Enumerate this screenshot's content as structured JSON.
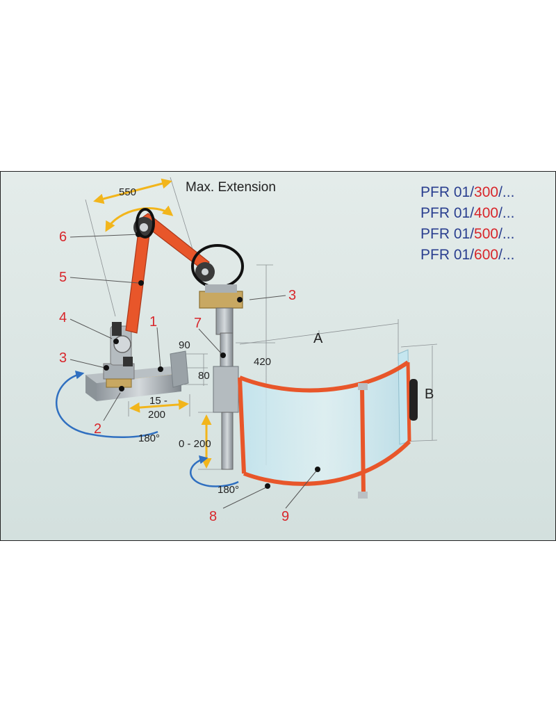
{
  "title": "Max. Extension",
  "models": [
    {
      "prefix": "PFR 01/",
      "size": "300",
      "suffix": "/..."
    },
    {
      "prefix": "PFR 01/",
      "size": "400",
      "suffix": "/..."
    },
    {
      "prefix": "PFR 01/",
      "size": "500",
      "suffix": "/..."
    },
    {
      "prefix": "PFR 01/",
      "size": "600",
      "suffix": "/..."
    }
  ],
  "part_labels": {
    "p1": "1",
    "p2": "2",
    "p3a": "3",
    "p3b": "3",
    "p4": "4",
    "p5": "5",
    "p6": "6",
    "p7": "7",
    "p8": "8",
    "p9": "9"
  },
  "dimensions": {
    "extension": "550",
    "slide_line1": "15 -",
    "slide_line2": "200",
    "rotation_left": "180°",
    "rotation_bottom": "180°",
    "d90": "90",
    "d80": "80",
    "height": "0 - 200",
    "d420": "420",
    "width_label": "A",
    "height_label": "B"
  },
  "colors": {
    "model_prefix": "#2a3f8f",
    "model_size": "#d8262b",
    "part_label": "#d8262b",
    "arm_orange": "#e8562a",
    "arrow_yellow": "#f2b51b",
    "arrow_blue": "#2f6fc0",
    "background": "#dde8e6"
  }
}
